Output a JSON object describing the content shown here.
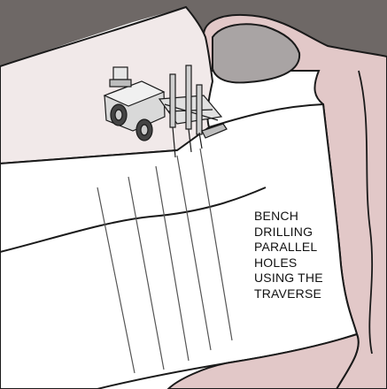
{
  "caption": {
    "lines": [
      "BENCH",
      "DRILLING",
      "PARALLEL",
      "HOLES",
      "USING THE",
      "TRAVERSE"
    ]
  },
  "colors": {
    "background": "#ffffff",
    "rock_dark": "#6e6866",
    "rock_pink": "#e2c8c8",
    "bench_top": "#f1e9e9",
    "bench_face": "#ffffff",
    "rock_grey": "#a9a4a4",
    "outline": "#1a1a1a",
    "drill_hole": "#555555"
  },
  "icons": [
    "drill-rig-icon"
  ]
}
